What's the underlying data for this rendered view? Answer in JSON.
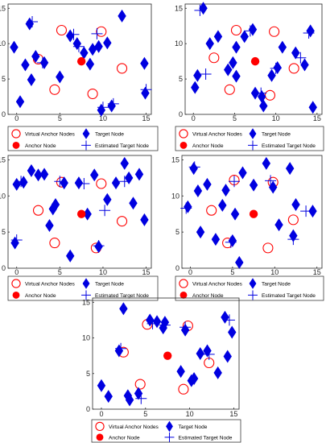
{
  "colors": {
    "virtual_anchor": "#ff0000",
    "anchor": "#ff0000",
    "target": "#0000e0",
    "estimate": "#0000e0",
    "axis": "#262626",
    "legend_border": "#222222"
  },
  "chart_data": [
    {
      "type": "scatter",
      "xlim": [
        -1,
        15.6
      ],
      "ylim": [
        0,
        15.6
      ],
      "xticks": [
        0,
        5,
        10,
        15
      ],
      "yticks": [
        0,
        5,
        10,
        15
      ],
      "grid": false,
      "legend_placement": "below",
      "series": [
        {
          "name": "Virtual Anchor Nodes",
          "marker": "open-circle",
          "points": [
            [
              2.5,
              7.8
            ],
            [
              5.2,
              11.9
            ],
            [
              9.8,
              11.7
            ],
            [
              4.4,
              3.5
            ],
            [
              8.8,
              2.9
            ],
            [
              12.2,
              6.5
            ]
          ]
        },
        {
          "name": "Anchor Node",
          "marker": "filled-circle",
          "points": [
            [
              7.5,
              7.5
            ]
          ]
        },
        {
          "name": "Target Node",
          "marker": "diamond",
          "points": [
            [
              -0.3,
              9.5
            ],
            [
              0.4,
              1.8
            ],
            [
              1.0,
              7.0
            ],
            [
              1.5,
              12.8
            ],
            [
              1.7,
              4.9
            ],
            [
              2.2,
              8.2
            ],
            [
              3.2,
              7.3
            ],
            [
              5.0,
              5.3
            ],
            [
              6.2,
              11.1
            ],
            [
              7.0,
              10.0
            ],
            [
              7.8,
              8.7
            ],
            [
              8.5,
              7.1
            ],
            [
              8.8,
              9.2
            ],
            [
              9.5,
              9.6
            ],
            [
              9.8,
              0.6
            ],
            [
              10.5,
              10.1
            ],
            [
              11.0,
              1.2
            ],
            [
              12.2,
              13.9
            ],
            [
              14.8,
              7.2
            ],
            [
              14.9,
              3.0
            ]
          ]
        },
        {
          "name": "Estimated Target Node",
          "marker": "plus",
          "points": [
            [
              1.8,
              13.1
            ],
            [
              3.0,
              7.3
            ],
            [
              6.6,
              11.3
            ],
            [
              7.2,
              9.6
            ],
            [
              9.3,
              11.4
            ],
            [
              10.0,
              1.0
            ],
            [
              11.2,
              1.5
            ],
            [
              15.0,
              3.5
            ]
          ]
        }
      ]
    },
    {
      "type": "scatter",
      "xlim": [
        -1,
        15.6
      ],
      "ylim": [
        0,
        15.6
      ],
      "xticks": [
        0,
        5,
        10,
        15
      ],
      "yticks": [
        0,
        5,
        10,
        15
      ],
      "grid": false,
      "legend_placement": "below",
      "series": [
        {
          "name": "Virtual Anchor Nodes",
          "marker": "open-circle",
          "points": [
            [
              2.5,
              8.0
            ],
            [
              5.2,
              11.9
            ],
            [
              9.8,
              11.7
            ],
            [
              4.4,
              3.5
            ],
            [
              9.3,
              2.7
            ],
            [
              12.2,
              6.5
            ]
          ]
        },
        {
          "name": "Anchor Node",
          "marker": "filled-circle",
          "points": [
            [
              7.5,
              7.5
            ]
          ]
        },
        {
          "name": "Target Node",
          "marker": "diamond",
          "points": [
            [
              0.2,
              3.8
            ],
            [
              0.5,
              5.5
            ],
            [
              1.2,
              15.0
            ],
            [
              2.0,
              10.0
            ],
            [
              3.0,
              11.0
            ],
            [
              4.2,
              6.3
            ],
            [
              4.8,
              7.3
            ],
            [
              5.2,
              5.4
            ],
            [
              5.2,
              9.5
            ],
            [
              6.2,
              11.0
            ],
            [
              7.2,
              12.0
            ],
            [
              7.5,
              3.0
            ],
            [
              8.3,
              2.5
            ],
            [
              8.5,
              1.2
            ],
            [
              9.5,
              5.5
            ],
            [
              10.2,
              6.6
            ],
            [
              10.8,
              9.5
            ],
            [
              12.4,
              8.7
            ],
            [
              13.5,
              7.0
            ],
            [
              14.2,
              11.8
            ],
            [
              14.5,
              1.0
            ]
          ]
        },
        {
          "name": "Estimated Target Node",
          "marker": "plus",
          "points": [
            [
              0.8,
              14.7
            ],
            [
              1.5,
              5.7
            ],
            [
              6.9,
              11.8
            ],
            [
              8.2,
              3.0
            ],
            [
              10.0,
              6.5
            ],
            [
              13.0,
              8.0
            ],
            [
              14.0,
              11.5
            ]
          ]
        }
      ]
    },
    {
      "type": "scatter",
      "xlim": [
        -1,
        15.6
      ],
      "ylim": [
        0,
        15.6
      ],
      "xticks": [
        0,
        5,
        10,
        15
      ],
      "yticks": [
        0,
        5,
        10,
        15
      ],
      "grid": false,
      "legend_placement": "below",
      "series": [
        {
          "name": "Virtual Anchor Nodes",
          "marker": "open-circle",
          "points": [
            [
              2.5,
              8.0
            ],
            [
              5.2,
              11.9
            ],
            [
              9.8,
              11.7
            ],
            [
              4.4,
              3.5
            ],
            [
              9.2,
              2.8
            ],
            [
              12.2,
              6.5
            ]
          ]
        },
        {
          "name": "Anchor Node",
          "marker": "filled-circle",
          "points": [
            [
              7.5,
              7.5
            ]
          ]
        },
        {
          "name": "Target Node",
          "marker": "diamond",
          "points": [
            [
              -0.2,
              3.5
            ],
            [
              0.0,
              11.6
            ],
            [
              0.8,
              11.9
            ],
            [
              1.7,
              13.5
            ],
            [
              2.5,
              12.9
            ],
            [
              3.2,
              13.0
            ],
            [
              3.8,
              5.9
            ],
            [
              4.2,
              8.2
            ],
            [
              4.5,
              8.8
            ],
            [
              5.5,
              11.8
            ],
            [
              6.2,
              1.7
            ],
            [
              7.2,
              11.8
            ],
            [
              8.2,
              7.5
            ],
            [
              9.0,
              12.9
            ],
            [
              9.5,
              3.0
            ],
            [
              10.5,
              9.5
            ],
            [
              11.5,
              11.8
            ],
            [
              12.5,
              14.5
            ],
            [
              13.0,
              12.5
            ],
            [
              13.5,
              9.0
            ],
            [
              14.2,
              13.0
            ],
            [
              14.8,
              6.7
            ]
          ]
        },
        {
          "name": "Estimated Target Node",
          "marker": "plus",
          "points": [
            [
              0.0,
              3.9
            ],
            [
              0.5,
              12.0
            ],
            [
              5.0,
              12.0
            ],
            [
              7.8,
              11.7
            ],
            [
              9.5,
              3.1
            ],
            [
              10.2,
              8.0
            ],
            [
              12.5,
              12.0
            ]
          ]
        }
      ]
    },
    {
      "type": "scatter",
      "xlim": [
        -1,
        15.6
      ],
      "ylim": [
        0,
        15.6
      ],
      "xticks": [
        0,
        5,
        10,
        15
      ],
      "yticks": [
        0,
        5,
        10,
        15
      ],
      "grid": false,
      "legend_placement": "below",
      "series": [
        {
          "name": "Virtual Anchor Nodes",
          "marker": "open-circle",
          "points": [
            [
              2.5,
              8.0
            ],
            [
              5.2,
              12.2
            ],
            [
              9.8,
              11.9
            ],
            [
              4.4,
              3.5
            ],
            [
              9.2,
              2.8
            ],
            [
              12.2,
              6.7
            ]
          ]
        },
        {
          "name": "Anchor Node",
          "marker": "filled-circle",
          "points": [
            [
              7.5,
              7.5
            ]
          ]
        },
        {
          "name": "Target Node",
          "marker": "diamond",
          "points": [
            [
              -0.3,
              8.5
            ],
            [
              0.4,
              13.8
            ],
            [
              0.9,
              10.7
            ],
            [
              1.2,
              5.0
            ],
            [
              2.0,
              11.6
            ],
            [
              3.0,
              4.0
            ],
            [
              3.8,
              8.7
            ],
            [
              4.2,
              10.8
            ],
            [
              5.0,
              3.8
            ],
            [
              5.3,
              7.5
            ],
            [
              5.8,
              0.8
            ],
            [
              6.2,
              13.2
            ],
            [
              7.5,
              11.5
            ],
            [
              9.0,
              14.5
            ],
            [
              9.8,
              11.2
            ],
            [
              10.5,
              6.0
            ],
            [
              11.8,
              13.8
            ],
            [
              12.2,
              4.5
            ],
            [
              12.5,
              8.8
            ],
            [
              14.5,
              7.9
            ]
          ]
        },
        {
          "name": "Estimated Target Node",
          "marker": "plus",
          "points": [
            [
              -0.5,
              8.3
            ],
            [
              0.5,
              14.0
            ],
            [
              4.8,
              3.6
            ],
            [
              5.2,
              12.0
            ],
            [
              9.5,
              12.1
            ],
            [
              12.2,
              4.0
            ],
            [
              13.7,
              7.9
            ]
          ]
        }
      ]
    },
    {
      "type": "scatter",
      "xlim": [
        -1,
        15.6
      ],
      "ylim": [
        0,
        15.6
      ],
      "xticks": [
        0,
        5,
        10,
        15
      ],
      "yticks": [
        0,
        5,
        10,
        15
      ],
      "grid": false,
      "legend_placement": "below",
      "series": [
        {
          "name": "Virtual Anchor Nodes",
          "marker": "open-circle",
          "points": [
            [
              2.5,
              8.0
            ],
            [
              5.2,
              11.9
            ],
            [
              9.8,
              11.7
            ],
            [
              4.4,
              3.5
            ],
            [
              9.3,
              2.8
            ],
            [
              12.2,
              6.5
            ]
          ]
        },
        {
          "name": "Anchor Node",
          "marker": "filled-circle",
          "points": [
            [
              7.5,
              7.5
            ]
          ]
        },
        {
          "name": "Target Node",
          "marker": "diamond",
          "points": [
            [
              0.0,
              3.3
            ],
            [
              0.8,
              1.8
            ],
            [
              2.0,
              8.2
            ],
            [
              2.5,
              14.1
            ],
            [
              3.0,
              1.9
            ],
            [
              3.2,
              1.3
            ],
            [
              4.2,
              2.2
            ],
            [
              5.5,
              12.5
            ],
            [
              6.3,
              12.3
            ],
            [
              7.0,
              11.4
            ],
            [
              7.2,
              12.2
            ],
            [
              9.0,
              5.3
            ],
            [
              9.5,
              11.1
            ],
            [
              10.2,
              4.0
            ],
            [
              10.5,
              4.3
            ],
            [
              11.2,
              7.8
            ],
            [
              12.0,
              8.2
            ],
            [
              13.2,
              5.1
            ],
            [
              14.0,
              12.9
            ],
            [
              14.3,
              7.4
            ],
            [
              14.8,
              10.8
            ]
          ]
        },
        {
          "name": "Estimated Target Node",
          "marker": "plus",
          "points": [
            [
              2.2,
              8.5
            ],
            [
              4.5,
              1.5
            ],
            [
              5.8,
              12.0
            ],
            [
              7.2,
              11.8
            ],
            [
              9.5,
              11.5
            ],
            [
              12.2,
              7.7
            ],
            [
              14.5,
              12.5
            ]
          ]
        }
      ]
    }
  ]
}
